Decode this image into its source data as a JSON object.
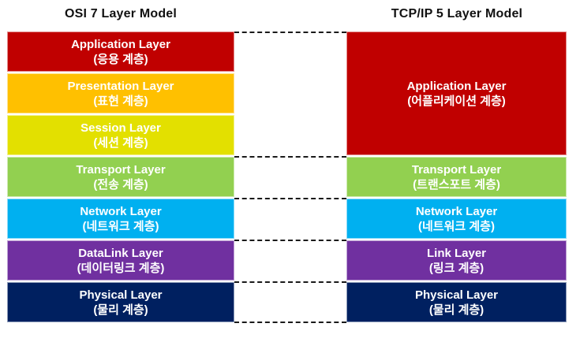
{
  "titles": {
    "osi": "OSI 7 Layer Model",
    "tcpip": "TCP/IP 5 Layer Model"
  },
  "osi_layers": [
    {
      "name": "Application Layer",
      "korean": "(응용 계층)",
      "color": "#C00000"
    },
    {
      "name": "Presentation Layer",
      "korean": "(표현 계층)",
      "color": "#FFC000"
    },
    {
      "name": "Session Layer",
      "korean": "(세션 계층)",
      "color": "#E3E000"
    },
    {
      "name": "Transport Layer",
      "korean": "(전송 계층)",
      "color": "#92D050"
    },
    {
      "name": "Network Layer",
      "korean": "(네트워크 계층)",
      "color": "#00B0F0"
    },
    {
      "name": "DataLink Layer",
      "korean": "(데이터링크 계층)",
      "color": "#7030A0"
    },
    {
      "name": "Physical Layer",
      "korean": "(물리 계층)",
      "color": "#002060"
    }
  ],
  "tcpip_layers": [
    {
      "name": "Application Layer",
      "korean": "(어플리케이션 계층)",
      "color": "#C00000"
    },
    {
      "name": "Transport Layer",
      "korean": "(트랜스포트 계층)",
      "color": "#92D050"
    },
    {
      "name": "Network Layer",
      "korean": "(네트워크 계층)",
      "color": "#00B0F0"
    },
    {
      "name": "Link Layer",
      "korean": "(링크 계층)",
      "color": "#7030A0"
    },
    {
      "name": "Physical Layer",
      "korean": "(물리 계층)",
      "color": "#002060"
    }
  ]
}
